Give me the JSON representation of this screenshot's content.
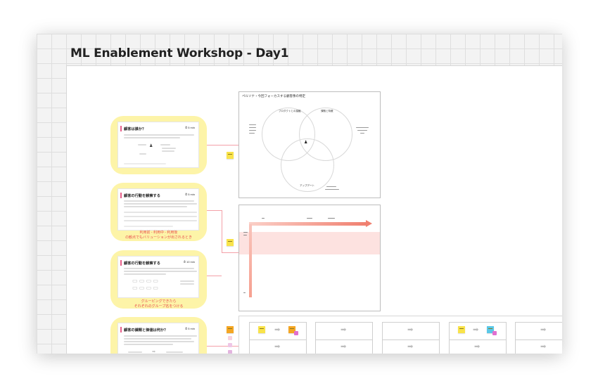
{
  "board": {
    "title": "ML Enablement Workshop - Day1"
  },
  "cards": [
    {
      "title": "顧客は誰か？",
      "timer": "5 min",
      "caption": ""
    },
    {
      "title": "顧客の行動を観察する",
      "timer": "5 min",
      "caption": "利用前 - 利用中 - 利用後\nの観点でもバリューションが出されるとき"
    },
    {
      "title": "顧客の行動を観察する",
      "timer": "10 min",
      "caption": "グルーピングできたら\nそれぞれのグループ名をつける"
    },
    {
      "title": "顧客の課題と価値は何か？",
      "timer": "5 min",
      "caption": ""
    }
  ],
  "frames": {
    "persona": {
      "title": "ペルソナ・今回フォーカスする顧客像の特定",
      "circle_labels": [
        "プロダクトとの接触",
        "課題と特徴",
        "アップデート"
      ]
    }
  },
  "colors": {
    "card_bg": "#fdf4a8",
    "sticky": "#f9e34a",
    "sticky_orange": "#f5a623",
    "accent_pink": "#e8608a",
    "arrow_red": "#f08070",
    "band_pink": "#fde2e0",
    "mini_cyan": "#5bc8e8",
    "mini_magenta": "#e070d0"
  },
  "icons": [
    "timer-icon",
    "person-icon",
    "arrow-right-icon"
  ]
}
